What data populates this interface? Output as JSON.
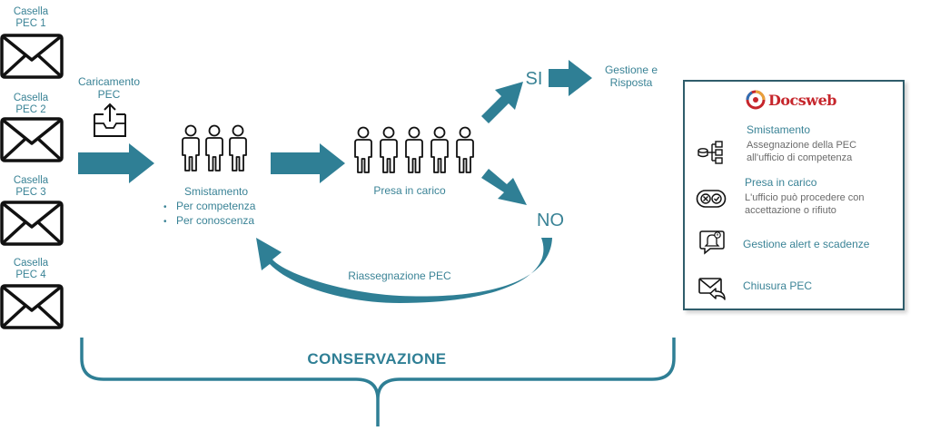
{
  "mailboxes": [
    {
      "label": "Casella PEC 1",
      "icon": "envelope-icon"
    },
    {
      "label": "Casella PEC 2",
      "icon": "envelope-icon"
    },
    {
      "label": "Casella PEC 3",
      "icon": "envelope-icon"
    },
    {
      "label": "Casella PEC 4",
      "icon": "envelope-icon"
    }
  ],
  "upload": {
    "label": "Caricamento PEC",
    "icon": "upload-tray-icon"
  },
  "smistamento": {
    "label": "Smistamento",
    "bullets": [
      "Per competenza",
      "Per conoscenza"
    ],
    "icon": "three-people-icon"
  },
  "presa": {
    "label": "Presa in carico",
    "icon": "five-people-icon"
  },
  "decision": {
    "yes": "SI",
    "no": "NO"
  },
  "outcome": {
    "label": "Gestione e Risposta"
  },
  "loop": {
    "label": "Riassegnazione PEC"
  },
  "bracket": {
    "label": "CONSERVAZIONE"
  },
  "panel": {
    "brand": "Docsweb",
    "features": [
      {
        "title": "Smistamento",
        "desc1": "Assegnazione della PEC",
        "desc2": "all'ufficio di competenza",
        "icon": "hierarchy-icon"
      },
      {
        "title": "Presa in carico",
        "desc1": "L'ufficio può procedere con",
        "desc2": "accettazione o rifiuto",
        "icon": "accept-reject-icon"
      },
      {
        "title": "Gestione alert e scadenze",
        "desc1": "",
        "desc2": "",
        "icon": "bell-alert-icon"
      },
      {
        "title": "Chiusura PEC",
        "desc1": "",
        "desc2": "",
        "icon": "mail-reply-icon"
      }
    ]
  },
  "colors": {
    "accent": "#3a8396",
    "arrow": "#2f7f95",
    "panelBorder": "#2f5d6b",
    "brand": "#c6262c"
  }
}
